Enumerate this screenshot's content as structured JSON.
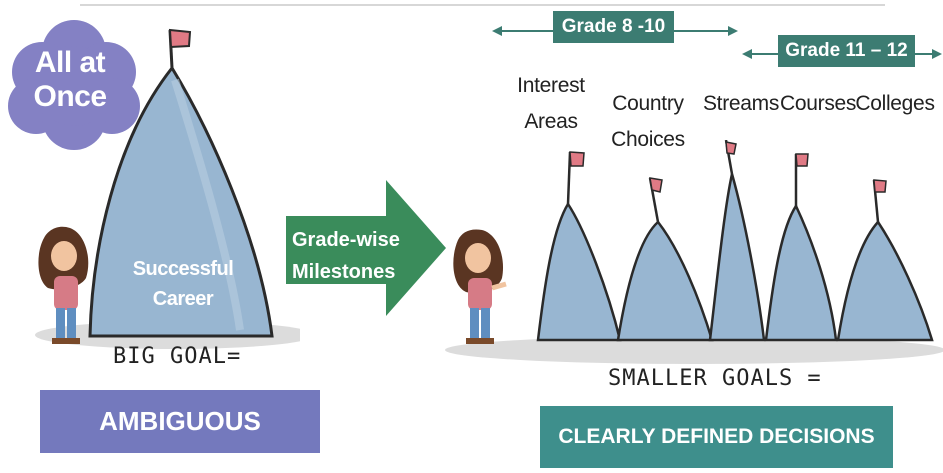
{
  "cloud": {
    "line1": "All at",
    "line2": "Once"
  },
  "big_mountain": {
    "line1": "Successful",
    "line2": "Career"
  },
  "big_goal_text": "BIG GOAL=",
  "ambiguous_label": "AMBIGUOUS",
  "arrow": {
    "line1": "Grade-wise",
    "line2": "Milestones"
  },
  "grades": [
    {
      "label": "Grade 8 -10"
    },
    {
      "label": "Grade 11 – 12"
    }
  ],
  "milestones": {
    "interest": {
      "line1": "Interest",
      "line2": "Areas"
    },
    "country": {
      "line1": "Country",
      "line2": "Choices"
    },
    "streams": "Streams",
    "courses": "Courses",
    "colleges": "Colleges"
  },
  "smaller_goals_text": "SMALLER GOALS =",
  "clearly_label": "CLEARLY DEFINED DECISIONS",
  "colors": {
    "cloud": "#8481c4",
    "mountain": "#98b6d1",
    "arrow": "#3a8c5b",
    "grade_box": "#3c7c72",
    "ambiguous": "#7479bd",
    "clear": "#3e8f8c",
    "flag": "#e07a85"
  },
  "icons": [
    "cloud-shape",
    "mountain-icon",
    "flag-icon",
    "person-illustration",
    "right-arrow",
    "double-arrow"
  ]
}
